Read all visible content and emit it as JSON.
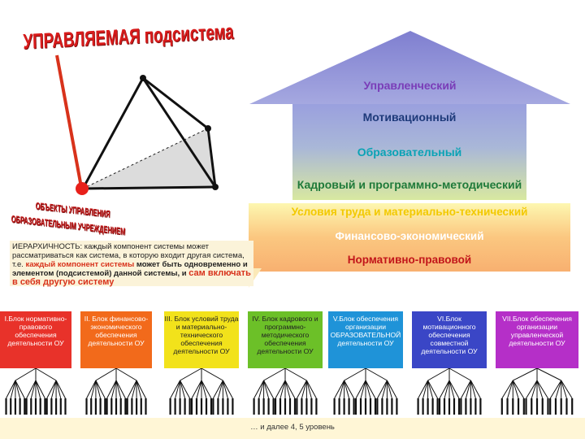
{
  "title": "УПРАВЛЯЕМАЯ подсистема",
  "objects_label_1": "ОБЪЕКТЫ УПРАВЛЕНИЯ",
  "objects_label_2": "ОБРАЗОВАТЕЛЬНЫМ УЧРЕЖДЕНИЕМ",
  "hierarchy": {
    "part1": "ИЕРАРХИЧНОСТЬ: каждый компонент системы может рассматриваться как система, в которую входит другая система, т.е. ",
    "part2": "каждый компонент системы",
    "part3": " может быть одновременно и элементом (подсистемой) данной системы, и ",
    "part4": "сам включать в себя другую систему"
  },
  "layers": [
    "Управленческий",
    "Мотивационный",
    "Образовательный",
    "Кадровый и программно-методический",
    "Условия труда и материально-технический",
    "Финансово-экономический",
    "Нормативно-правовой"
  ],
  "blocks": [
    {
      "text": "I.Блок нормативно-правового обеспечения деятельности ОУ",
      "color": "#e8322a",
      "text_color": "#ffffff"
    },
    {
      "text": "II. Блок финансово-экономического обеспечения деятельности ОУ",
      "color": "#f26a1b",
      "text_color": "#ffffff"
    },
    {
      "text": "III. Блок условий труда и материально-технического обеспечения деятельности ОУ",
      "color": "#f2e21b",
      "text_color": "#222222"
    },
    {
      "text": "IV. Блок кадрового и программно-методического обеспечения деятельности ОУ",
      "color": "#6cc028",
      "text_color": "#222222"
    },
    {
      "text": "V.Блок обеспечения организации ОБРАЗОВАТЕЛЬНОЙ деятельности ОУ",
      "color": "#1f93d8",
      "text_color": "#ffffff"
    },
    {
      "text": "VI.Блок мотивационного обеспечения совместной деятельности ОУ",
      "color": "#3a46c6",
      "text_color": "#ffffff"
    },
    {
      "text": "VII.Блок обеспечения организации управленческой деятельности ОУ",
      "color": "#b52fc8",
      "text_color": "#ffffff"
    }
  ],
  "footer": "… и далее 4, 5 уровень",
  "colors": {
    "roof": "#8f8fd6",
    "body_top": "#9fa4dc",
    "body_bottom": "#d9e6a0",
    "base": "#fbc88a",
    "accent_red": "#d8321b"
  }
}
